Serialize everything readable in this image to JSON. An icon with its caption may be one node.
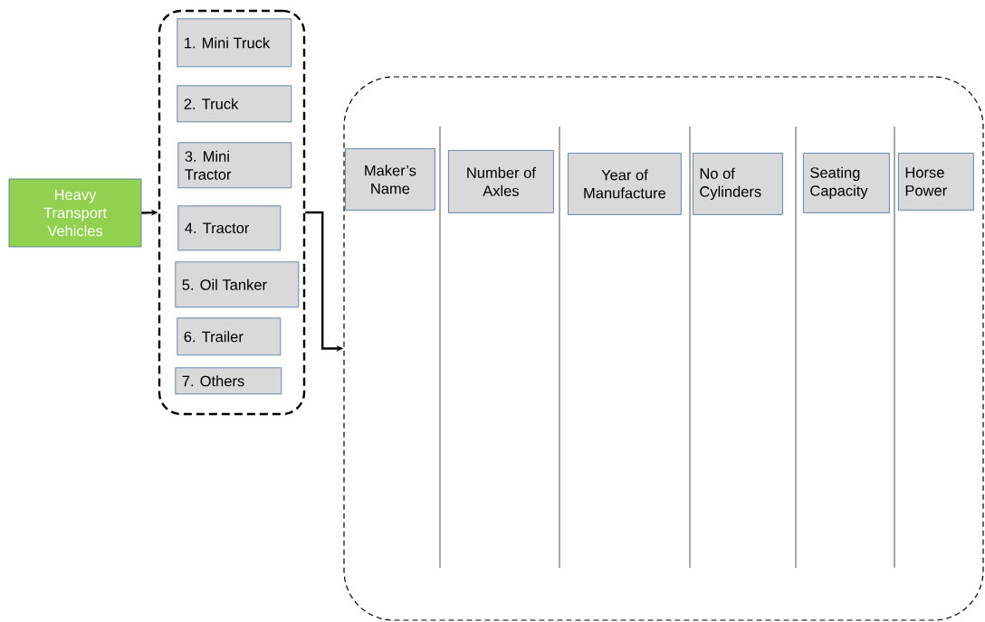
{
  "diagram": {
    "nodes": [
      {
        "text": [
          "Heavy Transport Vehicles"
        ]
      },
      {
        "text": [],
        "shape": "box"
      },
      {
        "text": [
          "1. Mini Truck"
        ],
        "in": 1
      },
      {
        "text": [
          "2. Truck"
        ],
        "in": 1
      },
      {
        "text": [
          "3. Mini Tractor"
        ],
        "in": 1
      },
      {
        "text": [
          "4. Tractor"
        ],
        "in": 1
      },
      {
        "text": [
          "5. Oil Tanker"
        ],
        "in": 1
      },
      {
        "text": [
          "6. Trailer"
        ],
        "in": 1
      },
      {
        "text": [
          "7. Others"
        ],
        "in": 1
      },
      {
        "text": [],
        "shape": "box"
      },
      {
        "text": [
          "Maker’s Name"
        ],
        "in": 9
      },
      {
        "text": [
          "Number of Axles"
        ],
        "in": 9
      },
      {
        "text": [
          "Year of Manufacture"
        ],
        "in": 9
      },
      {
        "text": [
          "No of Cylinders"
        ],
        "in": 9
      },
      {
        "text": [
          "Seating Capacity"
        ],
        "in": 9
      },
      {
        "text": [
          "Horse Power"
        ],
        "in": 9
      }
    ],
    "edges": [
      {
        "from": 0,
        "to": 1,
        "arrow": "to"
      },
      {
        "from": 1,
        "to": 9,
        "arrow": "to"
      }
    ]
  }
}
